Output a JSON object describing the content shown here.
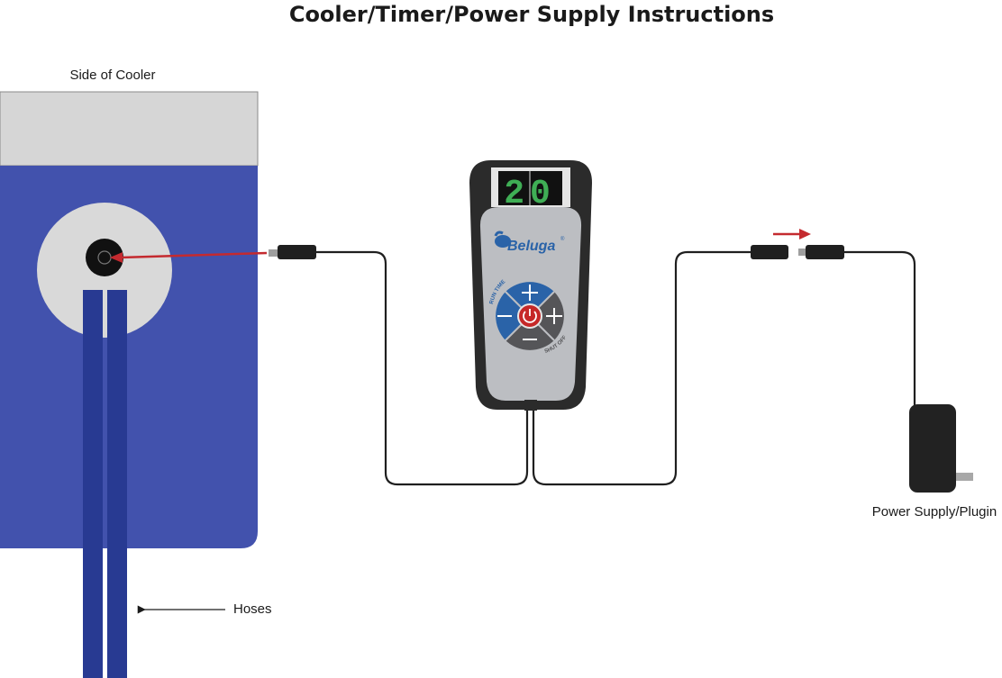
{
  "title": "Cooler/Timer/Power Supply Instructions",
  "labels": {
    "cooler_side": "Side of Cooler",
    "hoses": "Hoses",
    "power_supply": "Power Supply/Plugin"
  },
  "timer": {
    "display": "20",
    "brand": "Beluga",
    "trademark": "®",
    "run_time_label": "RUN TIME",
    "shut_off_label": "SHUT OFF"
  },
  "colors": {
    "cooler_blue": "#4252ad",
    "cooler_lid": "#d6d6d6",
    "hose_blue": "#283a92",
    "arrow_red": "#c42a2f",
    "display_green": "#3fae55",
    "timer_body": "#2b2b2b",
    "timer_face": "#bcbec2",
    "button_blue": "#2a63a8",
    "button_gray": "#555558",
    "power_red": "#c62828"
  },
  "icons": {
    "power_button": "power-icon",
    "plus_buttons": "plus-icon",
    "minus_buttons": "minus-icon"
  }
}
